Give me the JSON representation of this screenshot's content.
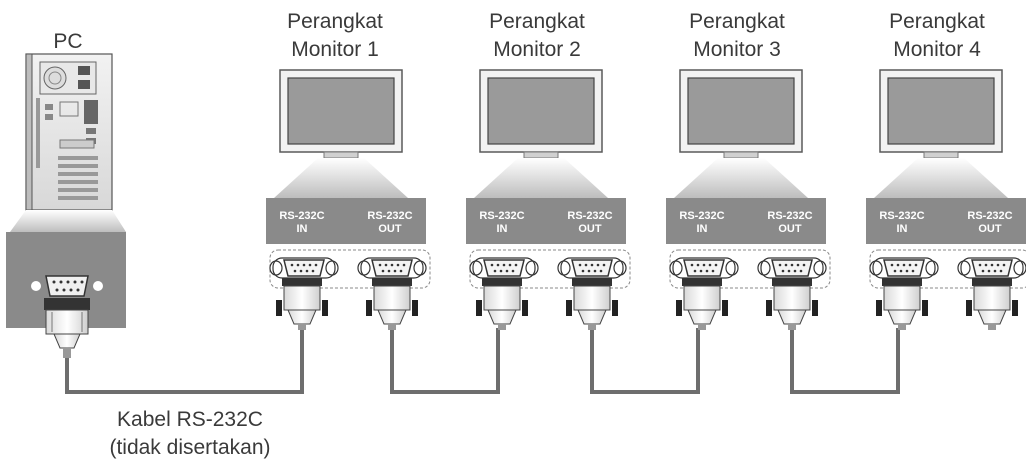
{
  "pc": {
    "label": "PC"
  },
  "monitors": [
    {
      "line1": "Perangkat",
      "line2": "Monitor 1",
      "in_label": [
        "RS-232C",
        "IN"
      ],
      "out_label": [
        "RS-232C",
        "OUT"
      ]
    },
    {
      "line1": "Perangkat",
      "line2": "Monitor 2",
      "in_label": [
        "RS-232C",
        "IN"
      ],
      "out_label": [
        "RS-232C",
        "OUT"
      ]
    },
    {
      "line1": "Perangkat",
      "line2": "Monitor 3",
      "in_label": [
        "RS-232C",
        "IN"
      ],
      "out_label": [
        "RS-232C",
        "OUT"
      ]
    },
    {
      "line1": "Perangkat",
      "line2": "Monitor 4",
      "in_label": [
        "RS-232C",
        "IN"
      ],
      "out_label": [
        "RS-232C",
        "OUT"
      ]
    }
  ],
  "cable": {
    "line1": "Kabel RS-232C",
    "line2": "(tidak disertakan)"
  },
  "colors": {
    "panel": "#8a8a8a",
    "panel_text": "#ffffff",
    "cable": "#6e6e6e",
    "monitor_frame": "#5a5a5a",
    "monitor_screen": "#9a9a9a",
    "text": "#3a3a3a"
  }
}
